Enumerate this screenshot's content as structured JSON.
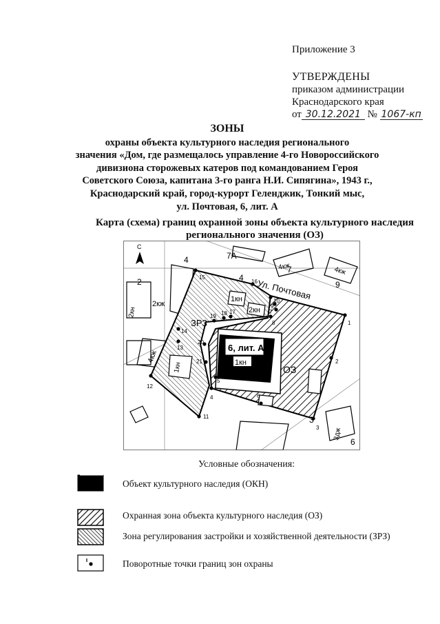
{
  "header": {
    "appendix": "Приложение 3",
    "approved": "УТВЕРЖДЕНЫ",
    "order_line1": "приказом администрации",
    "order_line2": "Краснодарского края",
    "date_prefix": "от",
    "date_value": "30.12.2021",
    "number_sign": "№",
    "number_value": "1067-кп"
  },
  "title": {
    "heading": "ЗОНЫ",
    "line1": "охраны объекта культурного наследия регионального",
    "line2": "значения «Дом, где размещалось управление 4-го Новороссийского",
    "line3": "дивизиона сторожевых катеров под командованием Героя",
    "line4": "Советского Союза, капитана 3-го ранга Н.И. Сипягина», 1943 г.,",
    "line5": "Краснодарский край, город-курорт Геленджик, Тонкий мыс,",
    "line6": "ул. Почтовая, 6, лит. А"
  },
  "map": {
    "title_line1": "Карта (схема) границ охранной зоны объекта культурного наследия",
    "title_line2": "регионального значения (ОЗ)",
    "north_label": "С",
    "street_label": "Ул. Почтовая",
    "object_label": "6, лит. А",
    "object_floors": "1кн",
    "zone_oz": "ОЗ",
    "zone_zrz": "ЗРЗ",
    "building_labels": [
      "7А",
      "4кж",
      "7",
      "4кж",
      "9",
      "4",
      "2кж",
      "2",
      "2кн",
      "4кж",
      "1кн",
      "1кн",
      "2кн",
      "3",
      "3дж",
      "6",
      "4"
    ],
    "point_numbers": [
      "1",
      "2",
      "3",
      "4",
      "5",
      "6",
      "7",
      "8",
      "9",
      "10",
      "11",
      "12",
      "13",
      "14",
      "15",
      "16",
      "17",
      "18",
      "19",
      "20",
      "21"
    ]
  },
  "legend": {
    "title": "Условные обозначения:",
    "items": [
      {
        "symbol": "okn",
        "label": "Объект культурного наследия (ОКН)"
      },
      {
        "symbol": "oz",
        "label": "Охранная зона объекта культурного наследия (ОЗ)"
      },
      {
        "symbol": "zrz",
        "label": "Зона регулирования застройки и хозяйственной деятельности (ЗРЗ)"
      },
      {
        "symbol": "point",
        "label": "Поворотные точки границ зон охраны"
      }
    ]
  }
}
